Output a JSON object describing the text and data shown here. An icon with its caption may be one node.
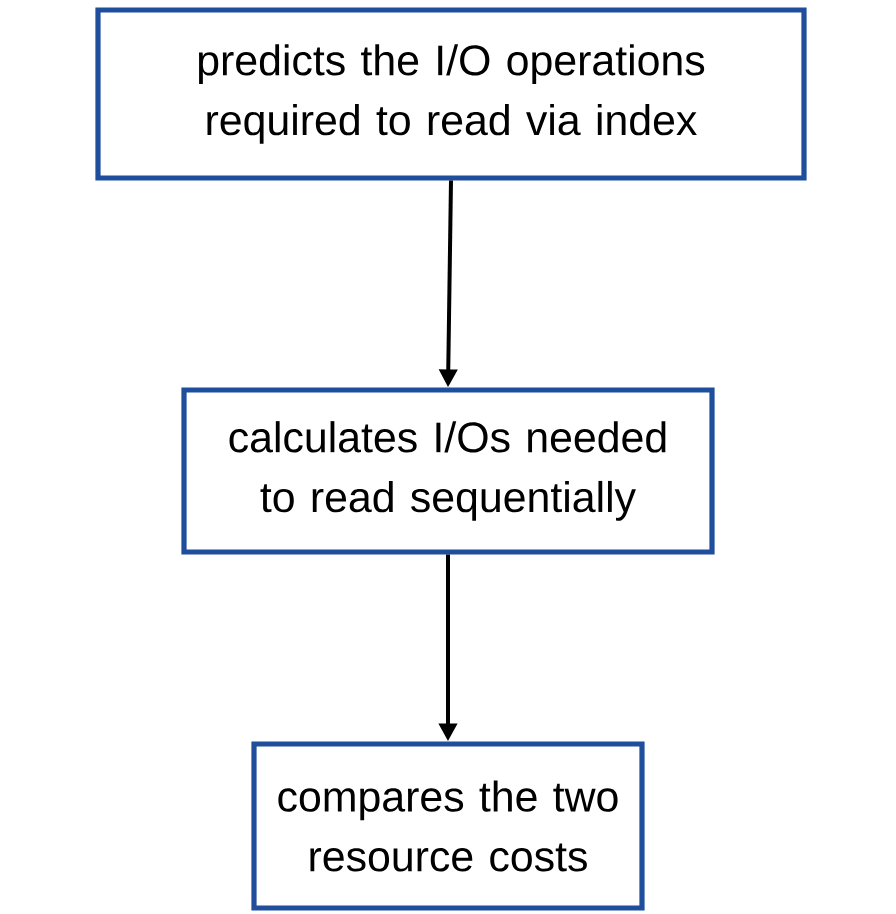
{
  "diagram": {
    "nodes": [
      {
        "text": [
          "predicts the I/O operations required to read via index"
        ]
      },
      {
        "text": [
          "calculates I/Os needed to read sequentially"
        ]
      },
      {
        "text": [
          "compares the two resource costs"
        ]
      }
    ],
    "edges": [
      {
        "from": 0,
        "to": 1,
        "arrow": "to"
      },
      {
        "from": 1,
        "to": 2,
        "arrow": "to"
      }
    ]
  }
}
